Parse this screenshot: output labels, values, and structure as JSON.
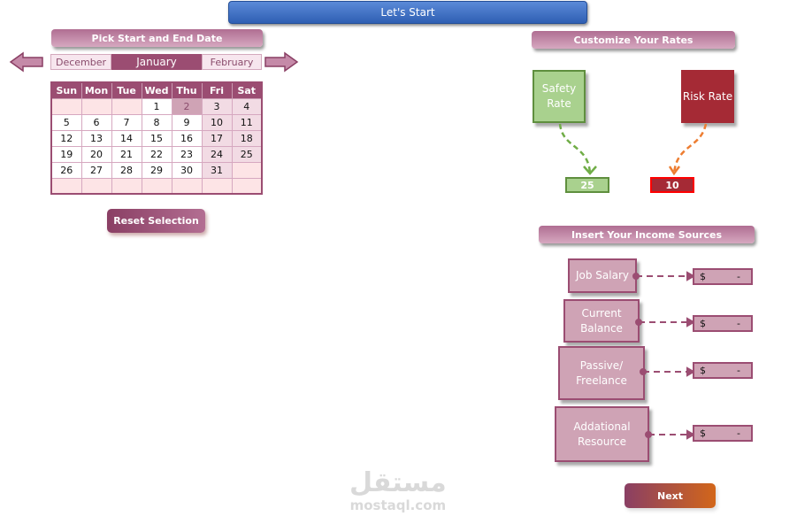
{
  "top_button": "Let's Start",
  "calendar": {
    "header": "Pick Start and End Date",
    "prev_month": "December",
    "current_month": "January",
    "next_month": "February",
    "weekdays": [
      "Sun",
      "Mon",
      "Tue",
      "Wed",
      "Thu",
      "Fri",
      "Sat"
    ],
    "weeks": [
      [
        "",
        "",
        "",
        "1",
        "2",
        "3",
        "4"
      ],
      [
        "5",
        "6",
        "7",
        "8",
        "9",
        "10",
        "11"
      ],
      [
        "12",
        "13",
        "14",
        "15",
        "16",
        "17",
        "18"
      ],
      [
        "19",
        "20",
        "21",
        "22",
        "23",
        "24",
        "25"
      ],
      [
        "26",
        "27",
        "28",
        "29",
        "30",
        "31",
        ""
      ],
      [
        "",
        "",
        "",
        "",
        "",
        "",
        ""
      ]
    ],
    "selected_day": "2",
    "reset_label": "Reset Selection"
  },
  "rates": {
    "header": "Customize Your Rates",
    "safety_label": "Safety Rate",
    "safety_value": "25",
    "risk_label": "Risk Rate",
    "risk_value": "10",
    "colors": {
      "safety": "#a9d18e",
      "risk": "#a52a35"
    }
  },
  "income": {
    "header": "Insert Your Income Sources",
    "sources": [
      {
        "label": "Job Salary",
        "currency": "$",
        "value": "-"
      },
      {
        "label": "Current Balance",
        "currency": "$",
        "value": "-"
      },
      {
        "label": "Passive/ Freelance",
        "currency": "$",
        "value": "-"
      },
      {
        "label": "Addational Resource",
        "currency": "$",
        "value": "-"
      }
    ]
  },
  "next_label": "Next",
  "watermark": {
    "arabic": "مستقل",
    "latin": "mostaql.com"
  }
}
